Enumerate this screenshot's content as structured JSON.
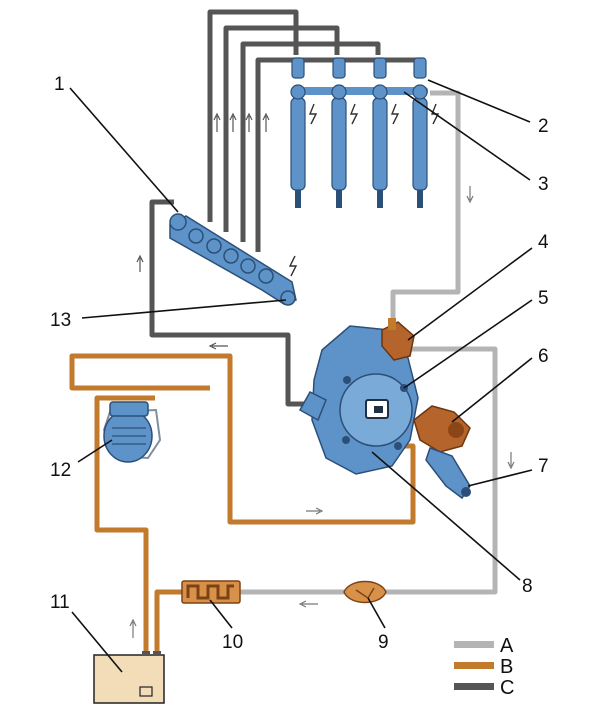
{
  "colors": {
    "return_line": "#b4b4b4",
    "feed_line": "#c27a2c",
    "high_pressure_line": "#555555",
    "component_blue": "#5e93c9",
    "component_dark": "#2c4f78",
    "valve_brown": "#b5652c",
    "tank_fill": "#f2ddb8"
  },
  "callouts": [
    "1",
    "2",
    "3",
    "4",
    "5",
    "6",
    "7",
    "8",
    "9",
    "10",
    "11",
    "12",
    "13"
  ],
  "legend": [
    {
      "label": "A",
      "color": "#b4b4b4"
    },
    {
      "label": "B",
      "color": "#c27a2c"
    },
    {
      "label": "C",
      "color": "#555555"
    }
  ]
}
